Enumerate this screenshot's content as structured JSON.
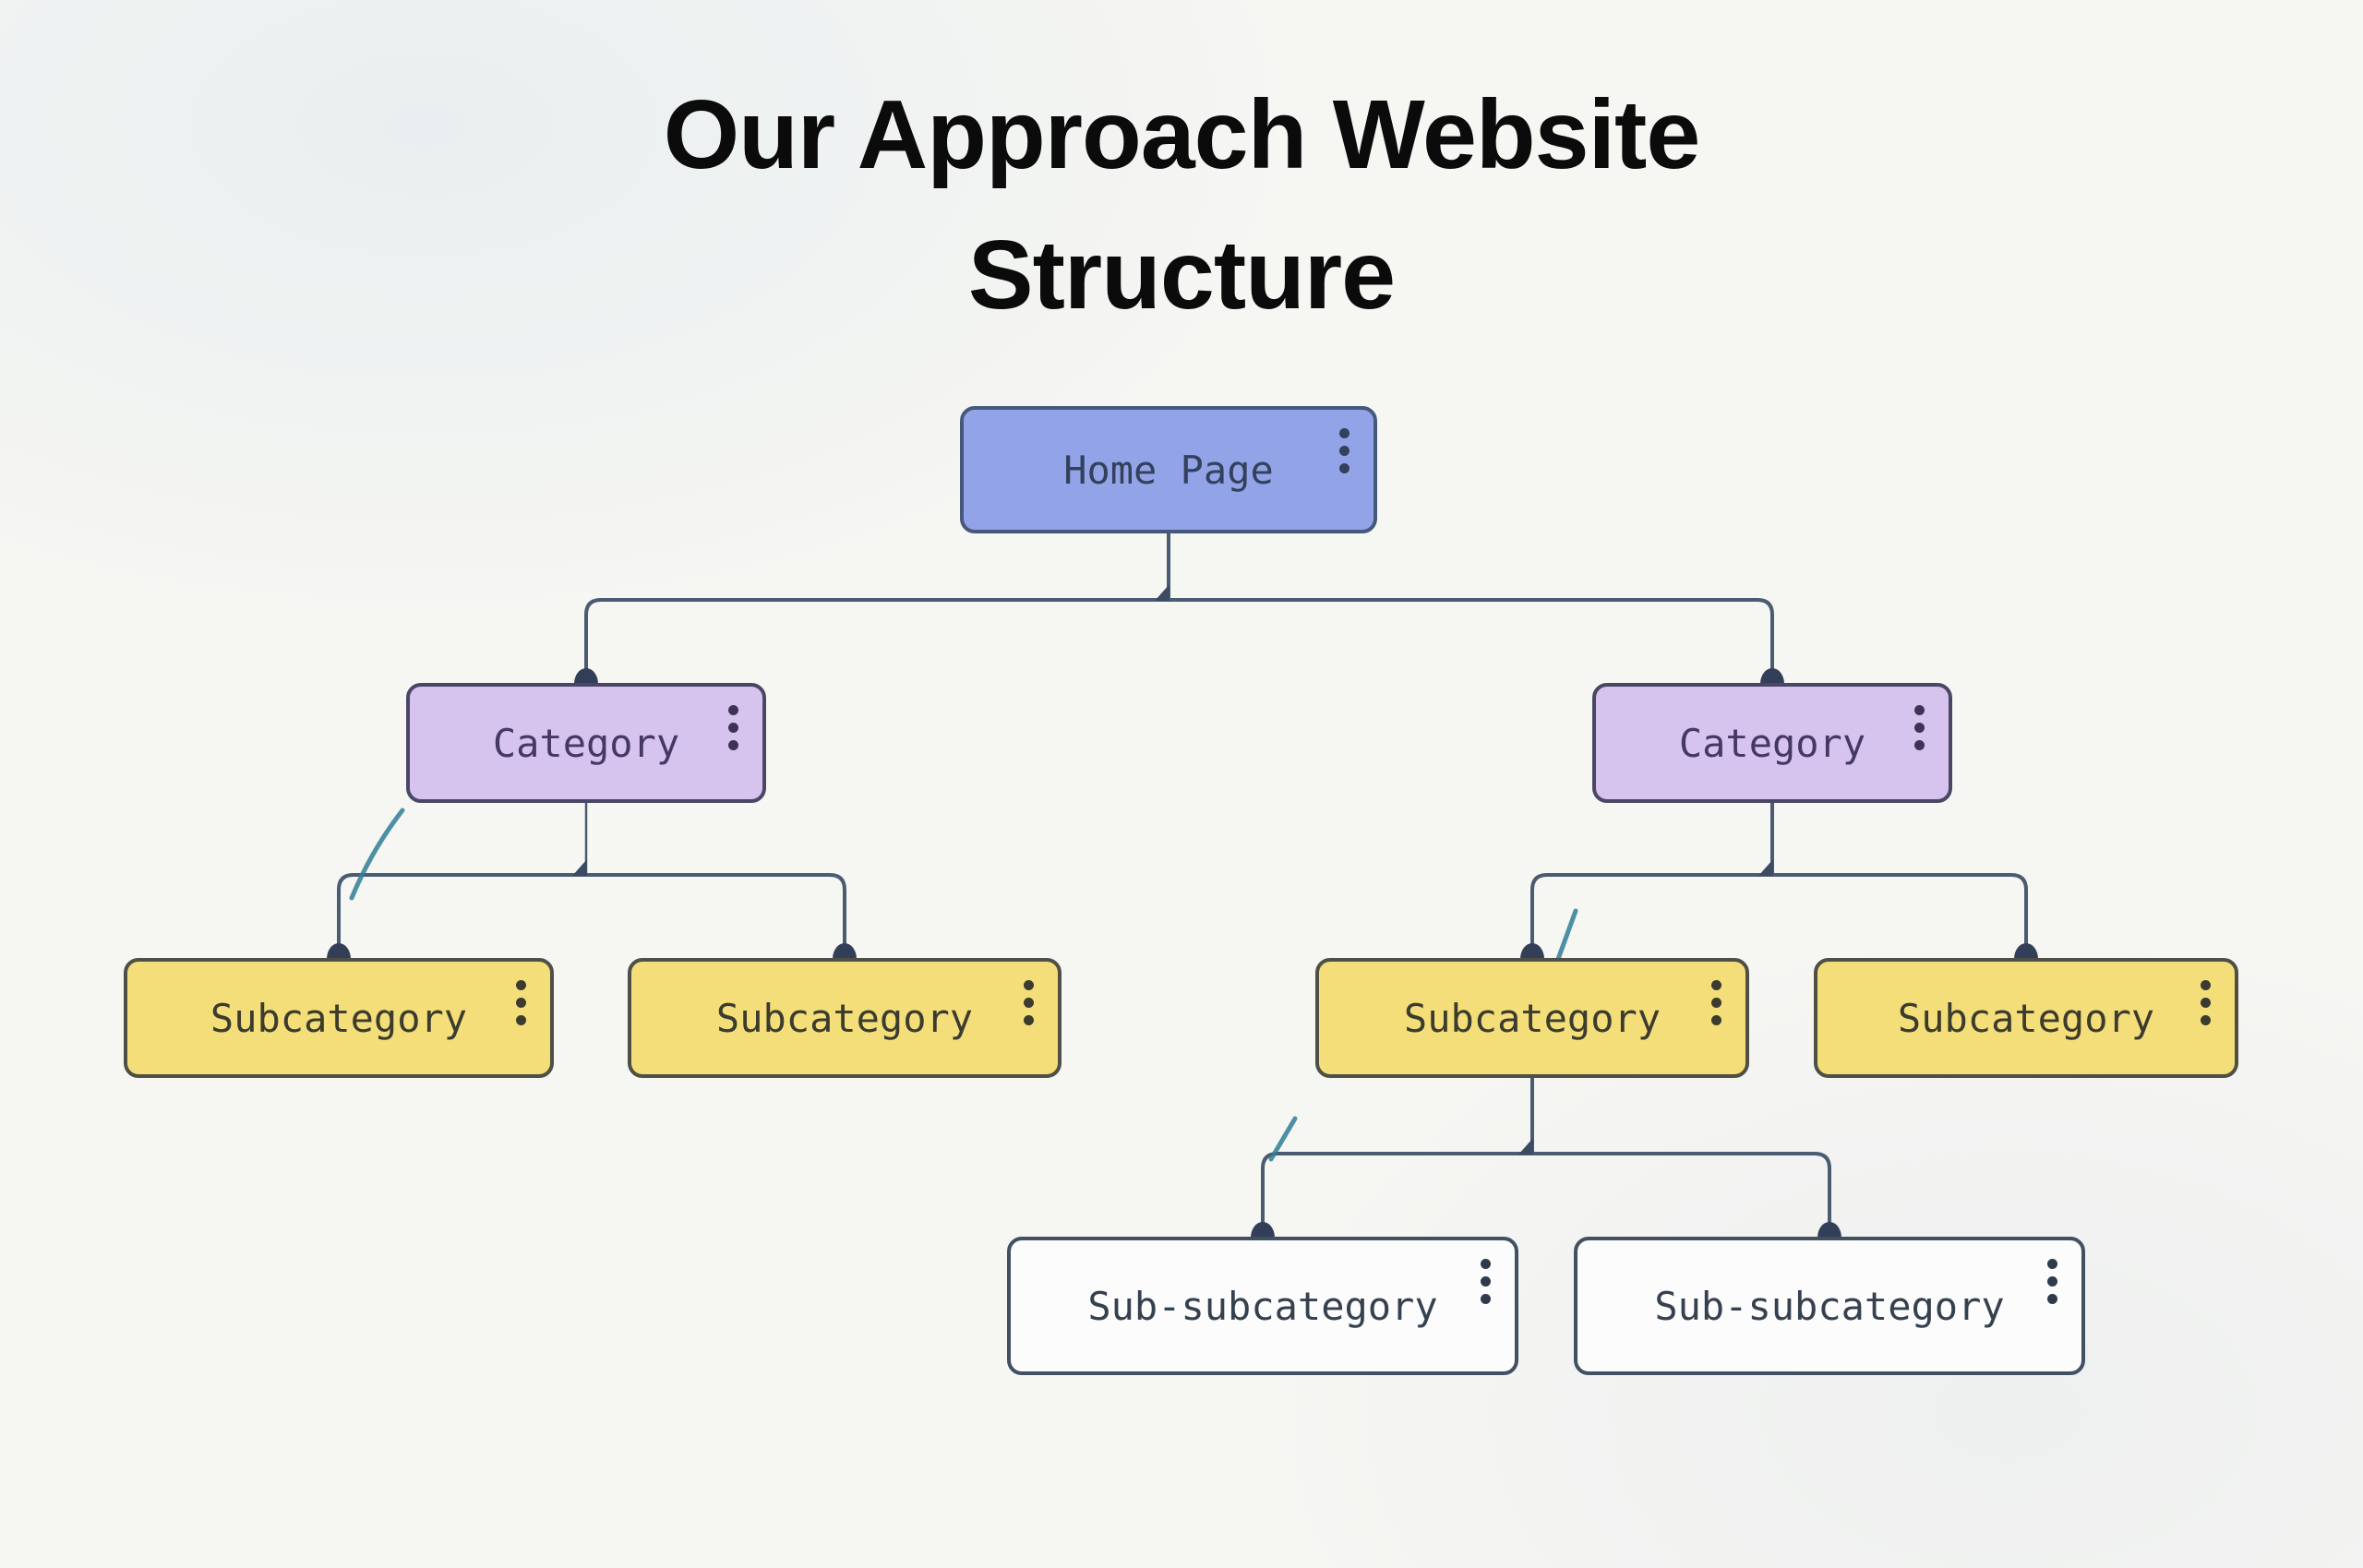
{
  "title": {
    "line1": "Our Approach Website",
    "line2": "Structure"
  },
  "diagram": {
    "type": "sitemap-tree",
    "nodes": {
      "home": {
        "label": "Home Page",
        "level": 1
      },
      "category_left": {
        "label": "Category",
        "level": 2
      },
      "category_right": {
        "label": "Category",
        "level": 2
      },
      "subcategory_1": {
        "label": "Subcategory",
        "level": 3
      },
      "subcategory_2": {
        "label": "Subcategory",
        "level": 3
      },
      "subcategory_3": {
        "label": "Subcategory",
        "level": 3
      },
      "subcategory_4": {
        "label": "Subcategory",
        "level": 3
      },
      "sub_subcategory_1": {
        "label": "Sub-subcategory",
        "level": 4
      },
      "sub_subcategory_2": {
        "label": "Sub-subcategory",
        "level": 4
      }
    },
    "edges": [
      [
        "home",
        "category_left"
      ],
      [
        "home",
        "category_right"
      ],
      [
        "category_left",
        "subcategory_1"
      ],
      [
        "category_left",
        "subcategory_2"
      ],
      [
        "category_right",
        "subcategory_3"
      ],
      [
        "category_right",
        "subcategory_4"
      ],
      [
        "subcategory_3",
        "sub_subcategory_1"
      ],
      [
        "subcategory_3",
        "sub_subcategory_2"
      ]
    ]
  },
  "icons": {
    "node_menu": "kebab-menu-icon (⋮)"
  },
  "colors": {
    "background": "#f6f6f3",
    "title_text": "#0b0b0b",
    "home_fill": "#93a3e8",
    "home_border": "#46587c",
    "home_text": "#33415c",
    "category_fill": "#d7c4ee",
    "category_border": "#4a4766",
    "category_text": "#453863",
    "subcategory_fill": "#f4de79",
    "subcategory_border": "#4f4f46",
    "subcategory_text": "#3b3b2e",
    "sub_subcategory_fill": "#fbfcfb",
    "sub_subcategory_border": "#415062",
    "sub_subcategory_text": "#36414f",
    "connector_line": "#4a5c72",
    "connector_dot": "#333f58",
    "pen_accent": "#2f7e95"
  }
}
